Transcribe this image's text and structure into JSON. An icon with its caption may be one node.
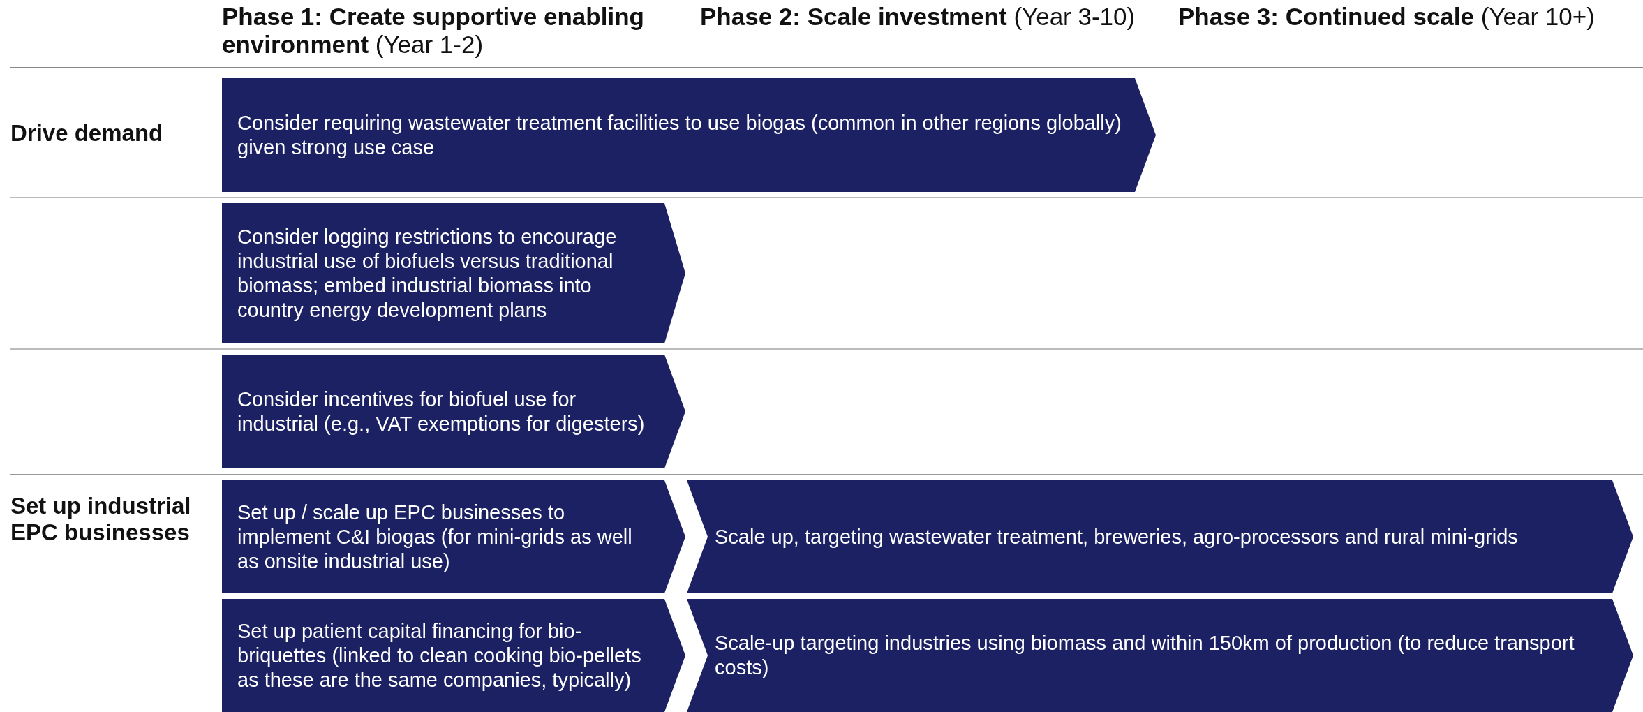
{
  "diagram": {
    "nodes": [
      {
        "text": [
          "Consider requiring wastewater treatment facilities to use biogas (common in other regions globally) given strong use case"
        ]
      },
      {
        "text": [
          "Consider logging restrictions to encourage industrial use of biofuels versus traditional biomass; embed industrial biomass into country energy development plans"
        ]
      },
      {
        "text": [
          "Consider incentives for biofuel use for industrial (e.g., VAT exemptions for digesters)"
        ]
      },
      {
        "text": [
          "Set up / scale up EPC businesses to implement C&I biogas (for mini-grids as well as onsite industrial use)"
        ]
      },
      {
        "text": [
          "Scale up, targeting wastewater treatment, breweries, agro-processors and rural mini-grids"
        ]
      },
      {
        "text": [
          "Set up patient capital financing for bio-briquettes (linked to clean cooking bio-pellets as these are the same companies, typically)"
        ]
      },
      {
        "text": [
          "Scale-up targeting industries using biomass and within 150km of production (to reduce transport costs)"
        ]
      }
    ],
    "labels": [
      "**Phase 1: Create supportive enabling environment** (Year 1-2)",
      "**Phase 2: Scale investment** (Year 3-10)",
      "**Phase 3: Continued scale** (Year 10+)",
      "Drive demand",
      "Set up industrial EPC businesses"
    ]
  }
}
